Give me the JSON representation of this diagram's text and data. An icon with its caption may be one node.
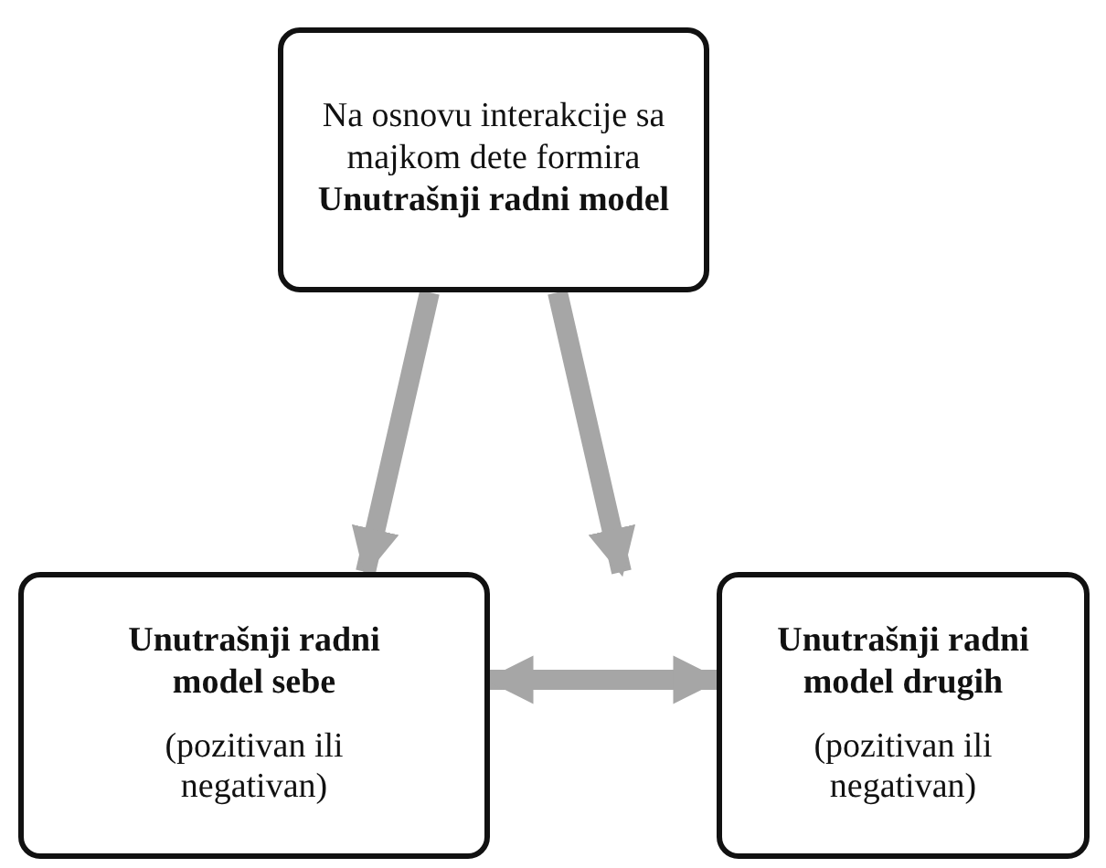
{
  "diagram": {
    "nodes": [
      {
        "text": [
          "Na osnovu interakcije sa majkom dete formira",
          "Unutrašnji radni model"
        ]
      },
      {
        "text": [
          "Unutrašnji radni model sebe",
          "(pozitivan ili negativan)"
        ]
      },
      {
        "text": [
          "Unutrašnji radni model drugih",
          "(pozitivan ili negativan)"
        ]
      }
    ],
    "edges": [
      {
        "from": 0,
        "to": 1,
        "arrow": "to"
      },
      {
        "from": 0,
        "to": 2,
        "arrow": "to"
      },
      {
        "from": 1,
        "to": 2,
        "arrow": "both"
      }
    ]
  }
}
